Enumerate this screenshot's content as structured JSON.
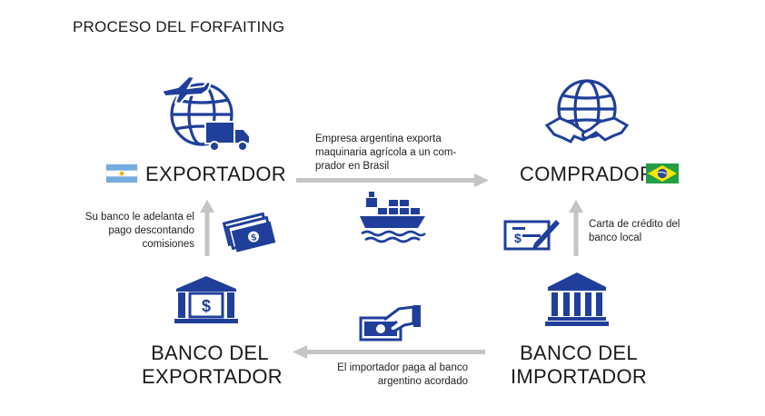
{
  "title": "PROCESO DEL FORFAITING",
  "nodes": {
    "exportador": "EXPORTADOR",
    "comprador": "COMPRADOR",
    "banco_exportador_line1": "BANCO DEL",
    "banco_exportador_line2": "EXPORTADOR",
    "banco_importador_line1": "BANCO DEL",
    "banco_importador_line2": "IMPORTADOR"
  },
  "flows": {
    "export_line1": "Empresa argentina exporta",
    "export_line2": "maquinaria agrícola a un com-",
    "export_line3": "prador en Brasil",
    "advance_line1": "Su banco le adelanta el",
    "advance_line2": "pago descontando",
    "advance_line3": "comisiones",
    "credit_line1": "Carta de crédito del",
    "credit_line2": "banco local",
    "pay_line1": "El importador paga al banco",
    "pay_line2": "argentino acordado"
  },
  "colors": {
    "icon_blue": "#1f3f9a",
    "arrow_gray": "#c4c4c4",
    "text": "#1a1a1a"
  },
  "icons": [
    "globe-plane-truck-icon",
    "globe-handshake-icon",
    "argentina-flag-icon",
    "brazil-flag-icon",
    "money-stack-icon",
    "cargo-ship-icon",
    "check-icon",
    "bank-dollar-icon",
    "bank-icon",
    "hand-money-icon"
  ]
}
